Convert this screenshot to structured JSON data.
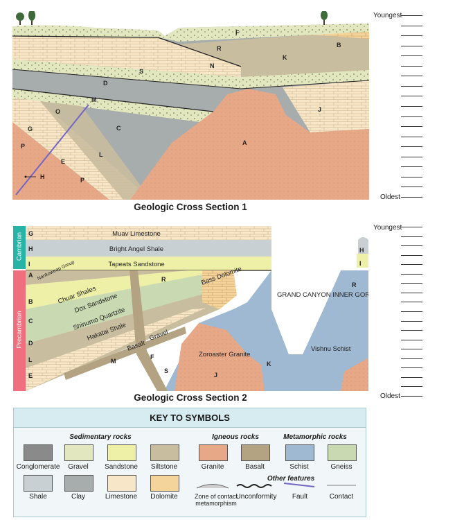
{
  "section1": {
    "title": "Geologic Cross Section 1",
    "labels": [
      "F",
      "R",
      "B",
      "K",
      "N",
      "S",
      "D",
      "M",
      "O",
      "C",
      "J",
      "A",
      "G",
      "P",
      "L",
      "E",
      "H",
      "P"
    ]
  },
  "section2": {
    "title": "Geologic Cross Section 2",
    "era_cambrian": "Cambrian",
    "era_precambrian": "Precambrian",
    "layer_names": {
      "muav": "Muav Limestone",
      "bright_angel": "Bright Angel Shale",
      "tapeats": "Tapeats Sandstone",
      "nankoweap": "Nankoweap Group",
      "chuar": "Chuar Shales",
      "dox": "Dox Sandstone",
      "shinumo": "Shinumo Quartzite",
      "hakatai": "Hakatai Shale",
      "basalt": "Basalt",
      "gravel": "Gravel",
      "bass": "Bass Dolomite",
      "gorge": "GRAND CANYON INNER GORGE",
      "zoroaster": "Zoroaster Granite",
      "vishnu": "Vishnu Schist"
    },
    "letters": [
      "G",
      "H",
      "I",
      "A",
      "B",
      "C",
      "D",
      "L",
      "E",
      "R",
      "F",
      "S",
      "M",
      "J",
      "K",
      "H",
      "I",
      "R"
    ]
  },
  "answer_columns": [
    {
      "top_label": "Youngest",
      "bottom_label": "Oldest",
      "blanks": 19
    },
    {
      "top_label": "Youngest",
      "bottom_label": "Oldest",
      "blanks": 19
    }
  ],
  "key": {
    "title": "KEY TO SYMBOLS",
    "groups": {
      "sedimentary": "Sedimentary rocks",
      "igneous": "Igneous rocks",
      "metamorphic": "Metamorphic rocks",
      "other": "Other features"
    },
    "items": {
      "conglomerate": "Conglomerate",
      "gravel": "Gravel",
      "sandstone": "Sandstone",
      "siltstone": "Siltstone",
      "granite": "Granite",
      "basalt": "Basalt",
      "schist": "Schist",
      "gneiss": "Gneiss",
      "shale": "Shale",
      "clay": "Clay",
      "limestone": "Limestone",
      "dolomite": "Dolomite",
      "contact_meta": "Zone of contact metamorphism",
      "unconformity": "Unconformity",
      "fault": "Fault",
      "contact": "Contact"
    },
    "colors": {
      "granite": "#e6a887",
      "basalt": "#b3a383",
      "schist": "#9eb9d1",
      "gneiss": "#c9d9b1",
      "sandstone": "#eef0a8",
      "siltstone": "#c9bd9f",
      "gravel": "#e3e7bf",
      "shale": "#c8d0d4",
      "clay": "#a7acad",
      "limestone": "#f7e6c7",
      "dolomite": "#f5d49c",
      "conglomerate": "#8a8a8a",
      "cambrian_bar": "#27b3a5",
      "precambrian_bar": "#ef6f7e",
      "fault": "#7565c4"
    }
  }
}
